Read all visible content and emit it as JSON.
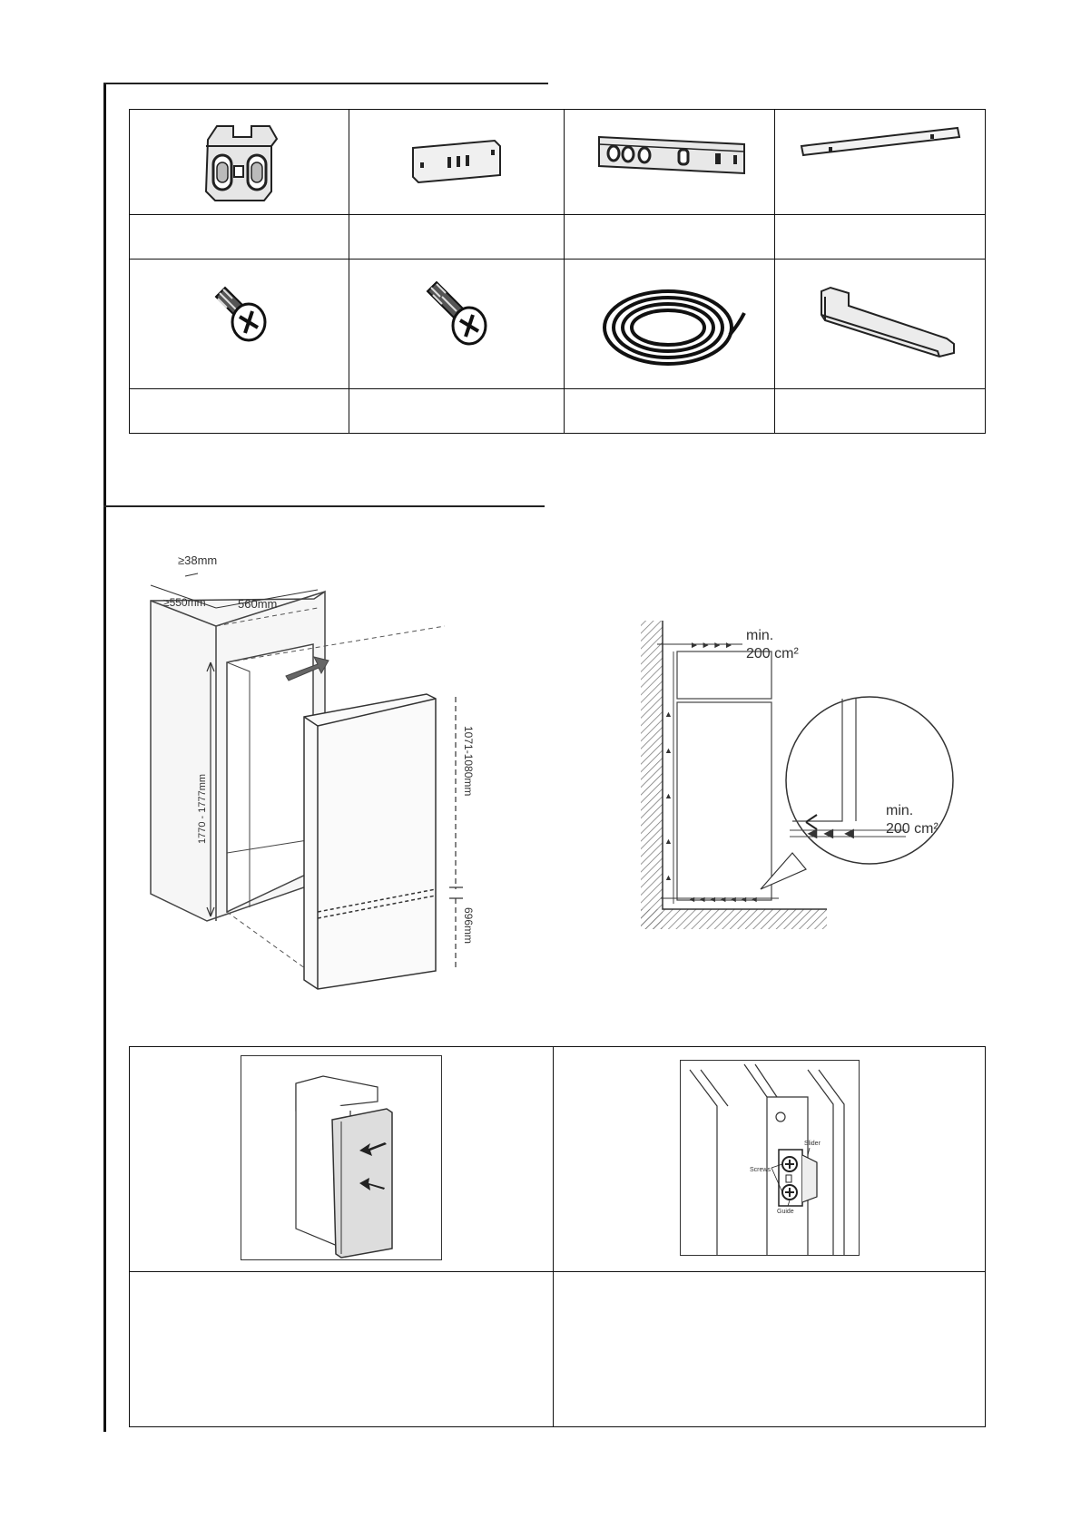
{
  "accessories": {
    "row1": [
      {
        "icon": "hinge-bracket-icon"
      },
      {
        "icon": "fixing-plate-icon"
      },
      {
        "icon": "slider-rail-icon"
      },
      {
        "icon": "cover-strip-icon"
      }
    ],
    "row1_labels": [
      "",
      "",
      "",
      ""
    ],
    "row2": [
      {
        "icon": "short-screw-icon"
      },
      {
        "icon": "long-screw-icon"
      },
      {
        "icon": "sealing-strip-coil-icon"
      },
      {
        "icon": "angle-bracket-icon"
      }
    ],
    "row2_labels": [
      "",
      "",
      "",
      ""
    ]
  },
  "niche_dimensions": {
    "depth_gap": "≥38mm",
    "depth": "≥550mm",
    "width": "560mm",
    "niche_height": "1770 - 1777mm",
    "upper_height": "1071-1080mm",
    "lower_height": "696mm"
  },
  "ventilation": {
    "top_label_1": "min.",
    "top_label_2": "200 cm²",
    "bottom_label_1": "min.",
    "bottom_label_2": "200 cm²"
  },
  "door_steps": {
    "callouts": {
      "slider": "Slider",
      "screws": "Screws",
      "guide": "Guide"
    },
    "texts": [
      "",
      ""
    ]
  }
}
